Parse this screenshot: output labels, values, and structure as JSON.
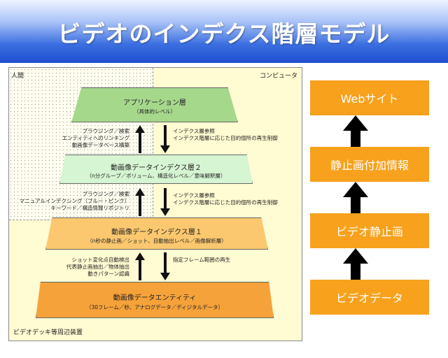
{
  "title": "ビデオのインデクス階層モデル",
  "zones": {
    "human": "人間",
    "computer": "コンピュータ",
    "device": "ビデオデッキ等周辺装置"
  },
  "layers": [
    {
      "name": "アプリケーション層",
      "detail": "（具体的レベル）"
    },
    {
      "name": "動画像データインデクス層２",
      "detail": "（n分グループ／ボリューム、構造化レベル／意味解釈層）"
    },
    {
      "name": "動画像データインデクス層１",
      "detail": "（n秒の静止画／ショット、自動抽出レベル／画像解析層）"
    },
    {
      "name": "動画像データエンティティ",
      "detail": "（30フレーム／秒、アナログデータ／ディジタルデータ）"
    }
  ],
  "left_notes": [
    [
      "ブラウジング／検索",
      "エンティティへのリンキング",
      "動画像データベース構築"
    ],
    [
      "ブラウジング／検索",
      "マニュアルインデクシング（ブルー・ピンク）",
      "キーワード／構造情報リポジトリ"
    ],
    [
      "ショット変化点自動検出",
      "代表静止画抽出／物体抽出",
      "動きパターン認識"
    ]
  ],
  "right_notes": [
    [
      "インデクス層参照",
      "インデクス階層に応じた目的個所の再生制御"
    ],
    [
      "インデクス層参照",
      "インデクス階層に応じた目的個所の再生制御"
    ],
    [
      "指定フレーム範囲の再生"
    ]
  ],
  "flow": [
    "Webサイト",
    "静止画付加情報",
    "ビデオ静止画",
    "ビデオデータ"
  ],
  "colors": {
    "title_gradient_bottom": "#1f4fd0",
    "application_layer": "#a6d88c",
    "index_layer_2": "#d6f5d2",
    "index_layer_1": "#fbc870",
    "entity_layer": "#f6a23a",
    "flow_box": "#f7a11d"
  }
}
